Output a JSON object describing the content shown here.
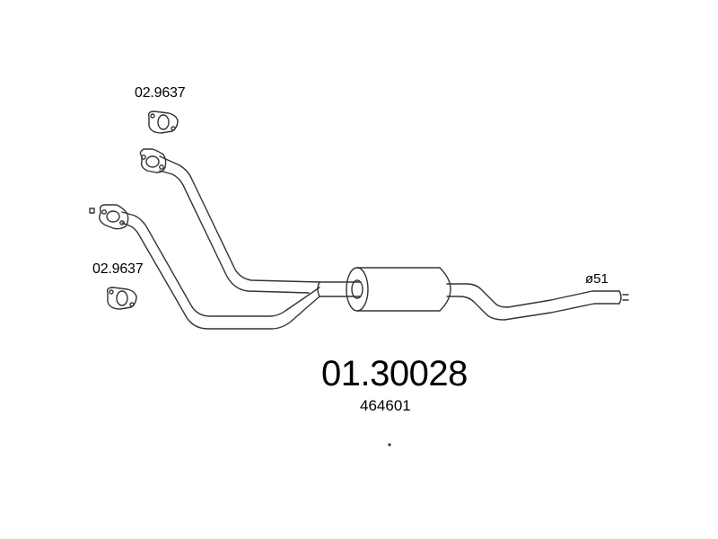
{
  "labels": {
    "gasket_top": "02.9637",
    "gasket_bottom": "02.9637",
    "pipe_diameter": "ø51",
    "part_number": "01.30028",
    "reference_number": "464601"
  },
  "colors": {
    "line": "#333333",
    "background": "#ffffff"
  }
}
